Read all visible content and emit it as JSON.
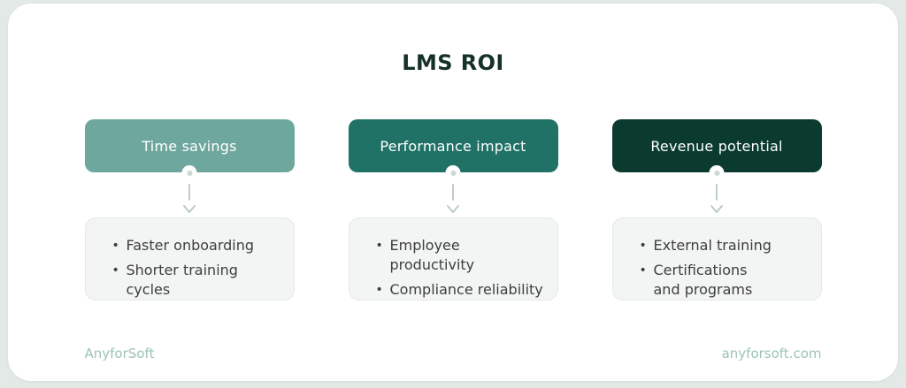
{
  "page": {
    "title": "LMS ROI",
    "footer_left": "AnyforSoft",
    "footer_right": "anyforsoft.com"
  },
  "colors": {
    "outer_bg": "#e2e9e6",
    "card_bg": "#ffffff",
    "header_1_bg": "#6ea79d",
    "header_2_bg": "#1f7265",
    "header_3_bg": "#0a3b2e",
    "title_text": "#16312a",
    "list_text": "#3e3e3e",
    "content_box_bg": "#f2f5f3",
    "content_box_border": "#e4eae7",
    "arrow": "#b8c7c2",
    "connector_dot": "#ccd8d3",
    "footer_text": "#9cc3b9"
  },
  "icons": {
    "connector_dot": "dot-in-circle",
    "arrow": "dashed-down-arrow"
  },
  "columns": [
    {
      "header": "Time savings",
      "items": [
        "Faster onboarding",
        "Shorter training cycles"
      ]
    },
    {
      "header": "Performance impact",
      "items": [
        "Employee productivity",
        "Compliance reliability"
      ]
    },
    {
      "header": "Revenue potential",
      "items": [
        "External training",
        "Certifications\nand programs"
      ]
    }
  ]
}
